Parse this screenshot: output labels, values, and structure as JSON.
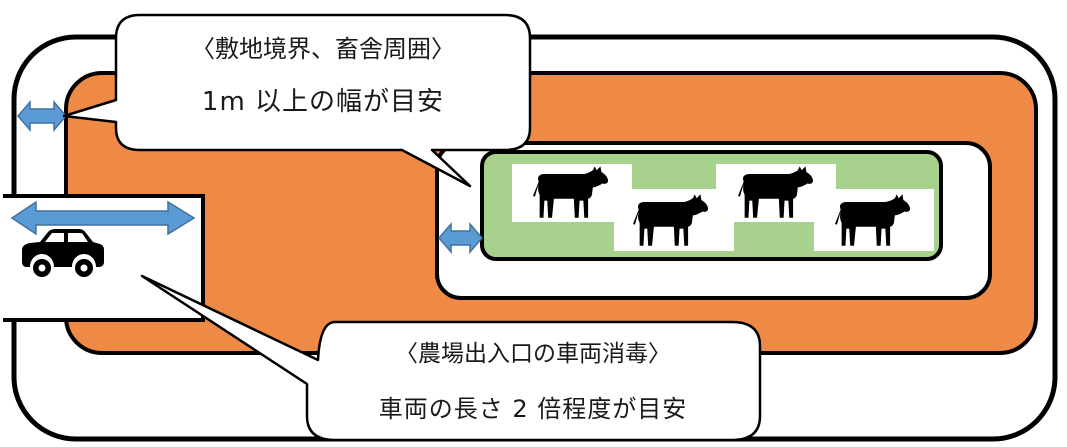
{
  "callouts": {
    "boundary": {
      "line1": "〈敷地境界、畜舎周囲〉",
      "line2": "1m 以上の幅が目安"
    },
    "vehicle": {
      "line1": "〈農場出入口の車両消毒〉",
      "line2": "車両の長さ 2 倍程度が目安"
    }
  },
  "icons": {
    "vehicle": "car-icon",
    "livestock": "cow-icon",
    "width_marker": "double-arrow-icon"
  },
  "colors": {
    "disinfection_zone": "#ee8a46",
    "pasture": "#a9d18e",
    "arrow": "#5b9bd5",
    "outline": "#000000"
  }
}
